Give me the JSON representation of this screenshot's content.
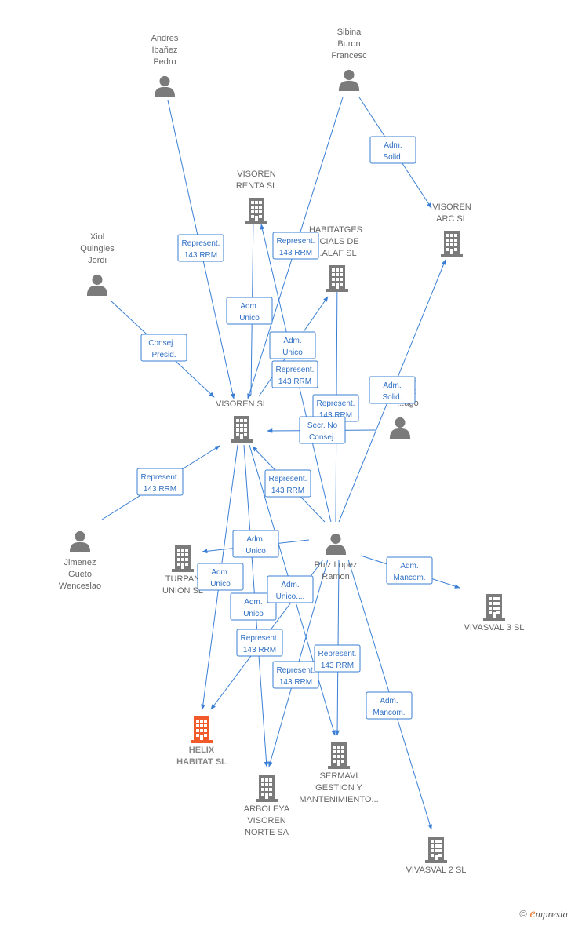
{
  "colors": {
    "edge": "#3a7fd5",
    "box_border": "#3a7fd5",
    "box_text": "#2f6fc4",
    "node_gray": "#7b7b7b",
    "node_highlight": "#f15a2b",
    "label": "#666666"
  },
  "nodes": [
    {
      "id": "andres",
      "type": "person",
      "lines": [
        "Andres",
        "Ibañez",
        "Pedro"
      ]
    },
    {
      "id": "sibina",
      "type": "person",
      "lines": [
        "Sibina",
        "Buron",
        "Francesc"
      ]
    },
    {
      "id": "visoren_renta",
      "type": "company",
      "lines": [
        "VISOREN",
        "RENTA SL"
      ]
    },
    {
      "id": "visoren_arc",
      "type": "company",
      "lines": [
        "VISOREN",
        "ARC SL"
      ]
    },
    {
      "id": "habitatges",
      "type": "company",
      "lines": [
        "HABITATGES",
        "...CIALS DE",
        "...ALAF SL"
      ]
    },
    {
      "id": "xiol",
      "type": "person",
      "lines": [
        "Xiol",
        "Quingles",
        "Jordi"
      ]
    },
    {
      "id": "visoren_sl",
      "type": "company",
      "lines": [
        "VISOREN SL"
      ]
    },
    {
      "id": "person_right",
      "type": "person",
      "lines": [
        "...es",
        "...ez",
        "...ago"
      ]
    },
    {
      "id": "jimenez",
      "type": "person",
      "lines": [
        "Jimenez",
        "Gueto",
        "Wenceslao"
      ]
    },
    {
      "id": "turpan",
      "type": "company",
      "lines": [
        "TURPAN",
        "UNION SL"
      ]
    },
    {
      "id": "ruiz",
      "type": "person",
      "lines": [
        "Ruiz Lopez",
        "Ramon"
      ]
    },
    {
      "id": "vivasval3",
      "type": "company",
      "lines": [
        "VIVASVAL 3 SL"
      ]
    },
    {
      "id": "helix",
      "type": "company",
      "highlight": true,
      "lines": [
        "HELIX",
        "HABITAT SL"
      ]
    },
    {
      "id": "sermavi",
      "type": "company",
      "lines": [
        "SERMAVI",
        "GESTION Y",
        "MANTENIMIENTO..."
      ]
    },
    {
      "id": "arboleya",
      "type": "company",
      "lines": [
        "ARBOLEYA",
        "VISOREN",
        "NORTE SA"
      ]
    },
    {
      "id": "vivasval2",
      "type": "company",
      "lines": [
        "VIVASVAL 2 SL"
      ]
    }
  ],
  "edges": [
    {
      "from": "andres",
      "to": "visoren_sl",
      "lines": [
        "Represent.",
        "143 RRM"
      ]
    },
    {
      "from": "sibina",
      "to": "visoren_sl",
      "lines": [
        "Represent.",
        "143 RRM"
      ]
    },
    {
      "from": "sibina",
      "to": "visoren_arc",
      "lines": [
        "Adm.",
        "Solid."
      ]
    },
    {
      "from": "visoren_sl",
      "to": "visoren_renta",
      "lines": [
        "Adm.",
        "Unico"
      ]
    },
    {
      "from": "xiol",
      "to": "visoren_sl",
      "lines": [
        "Consej. .",
        "Presid."
      ]
    },
    {
      "from": "visoren_sl",
      "to": "habitatges",
      "lines": [
        "Adm.",
        "Unico"
      ]
    },
    {
      "from": "ruiz",
      "to": "visoren_renta",
      "lines": [
        "Represent.",
        "143 RRM"
      ]
    },
    {
      "from": "ruiz",
      "to": "habitatges",
      "lines": [
        "Represent.",
        "143 RRM"
      ]
    },
    {
      "from": "ruiz",
      "to": "visoren_arc",
      "lines": [
        "Adm.",
        "Solid."
      ]
    },
    {
      "from": "person_right",
      "to": "visoren_sl",
      "lines": [
        "Secr.  No",
        "Consej."
      ]
    },
    {
      "from": "ruiz",
      "to": "visoren_sl",
      "lines": [
        "Represent.",
        "143 RRM"
      ]
    },
    {
      "from": "jimenez",
      "to": "visoren_sl",
      "lines": [
        "Represent.",
        "143 RRM"
      ]
    },
    {
      "from": "ruiz",
      "to": "turpan",
      "lines": [
        "Adm.",
        "Unico"
      ]
    },
    {
      "from": "visoren_sl",
      "to": "helix",
      "lines": [
        "Adm.",
        "Unico"
      ]
    },
    {
      "from": "visoren_sl",
      "to": "arboleya",
      "lines": [
        "Adm.",
        "Unico"
      ]
    },
    {
      "from": "visoren_sl",
      "to": "sermavi",
      "lines": [
        "Adm.",
        "Unico...."
      ]
    },
    {
      "from": "ruiz",
      "to": "helix",
      "lines": [
        "Represent.",
        "143 RRM"
      ]
    },
    {
      "from": "ruiz",
      "to": "arboleya",
      "lines": [
        "Represent.",
        "143 RRM"
      ]
    },
    {
      "from": "ruiz",
      "to": "sermavi",
      "lines": [
        "Represent.",
        "143 RRM"
      ]
    },
    {
      "from": "ruiz",
      "to": "vivasval3",
      "lines": [
        "Adm.",
        "Mancom."
      ]
    },
    {
      "from": "ruiz",
      "to": "vivasval2",
      "lines": [
        "Adm.",
        "Mancom."
      ]
    }
  ],
  "footer": {
    "copyright": "©",
    "brand_initial": "e",
    "brand_rest": "mpresia"
  }
}
